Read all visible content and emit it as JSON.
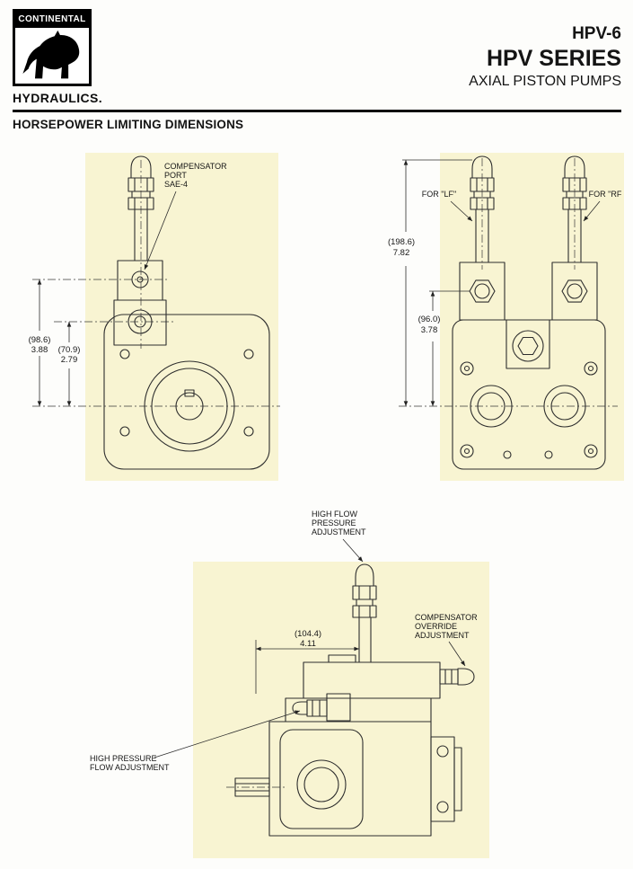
{
  "header": {
    "logo": {
      "top": "CONTINENTAL",
      "bottom": "HYDRAULICS.",
      "icon": "rhino-silhouette"
    },
    "model": "HPV-6",
    "series": "HPV SERIES",
    "subtitle": "AXIAL PISTON PUMPS"
  },
  "section_title": "HORSEPOWER LIMITING DIMENSIONS",
  "colors": {
    "cream": "#f8f4d2",
    "ink": "#1a1a1a"
  },
  "front_view": {
    "callout_compensator": {
      "line1": "COMPENSATOR",
      "line2": "PORT",
      "line3": "SAE-4"
    },
    "dim_height_mm": "(98.6)",
    "dim_height_in": "3.88",
    "dim_port_mm": "(70.9)",
    "dim_port_in": "2.79"
  },
  "top_view": {
    "label_lf": "FOR \"LF\"",
    "label_rf": "FOR \"RF",
    "dim_total_mm": "(198.6)",
    "dim_total_in": "7.82",
    "dim_inner_mm": "(96.0)",
    "dim_inner_in": "3.78"
  },
  "side_view": {
    "callout_high_flow": {
      "line1": "HIGH FLOW",
      "line2": "PRESSURE",
      "line3": "ADJUSTMENT"
    },
    "callout_override": {
      "line1": "COMPENSATOR",
      "line2": "OVERRIDE",
      "line3": "ADJUSTMENT"
    },
    "callout_high_pressure": {
      "line1": "HIGH PRESSURE",
      "line2": "FLOW ADJUSTMENT"
    },
    "dim_width_mm": "(104.4)",
    "dim_width_in": "4.11"
  }
}
